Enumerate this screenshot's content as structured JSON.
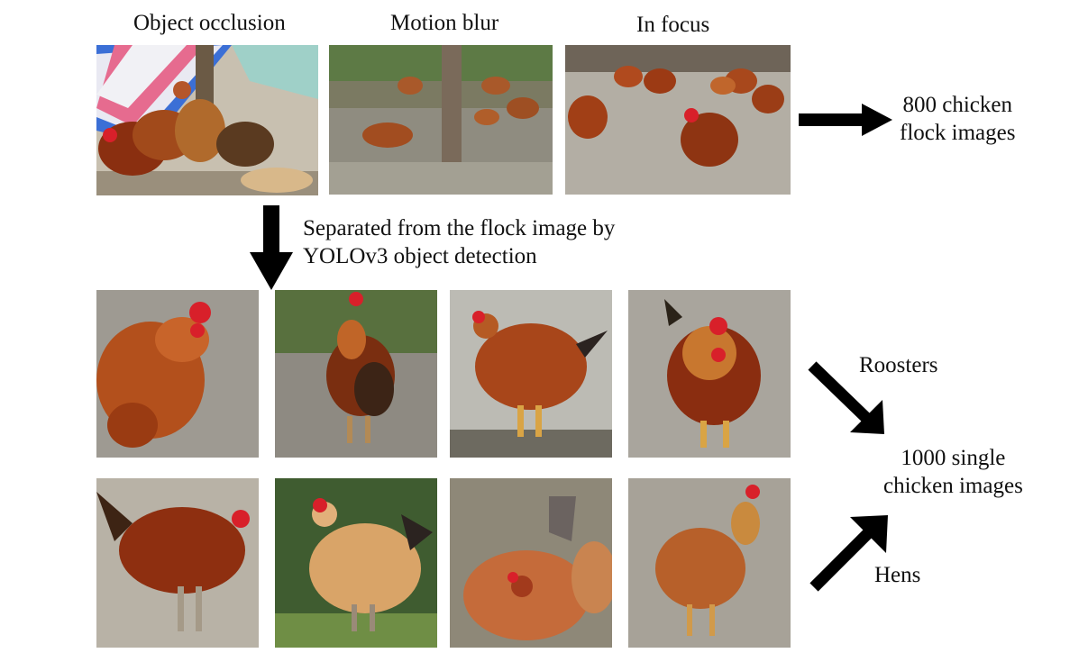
{
  "top_row": {
    "captions": [
      "Object occlusion",
      "Motion blur",
      "In focus"
    ],
    "result_label": "800 chicken\nflock images"
  },
  "detection_step": {
    "line1": "Separated from the flock image by",
    "line2": "YOLOv3 object detection"
  },
  "single_images": {
    "roosters_label": "Roosters",
    "hens_label": "Hens",
    "result_label": "1000 single\nchicken images"
  },
  "colors": {
    "arrow": "#000000",
    "chicken_red_brown": "#9b3b12",
    "chicken_buff": "#d9a468",
    "comb_red": "#d8202a",
    "ground_gray": "#a8a49c",
    "foliage_green": "#4d6b3a"
  }
}
